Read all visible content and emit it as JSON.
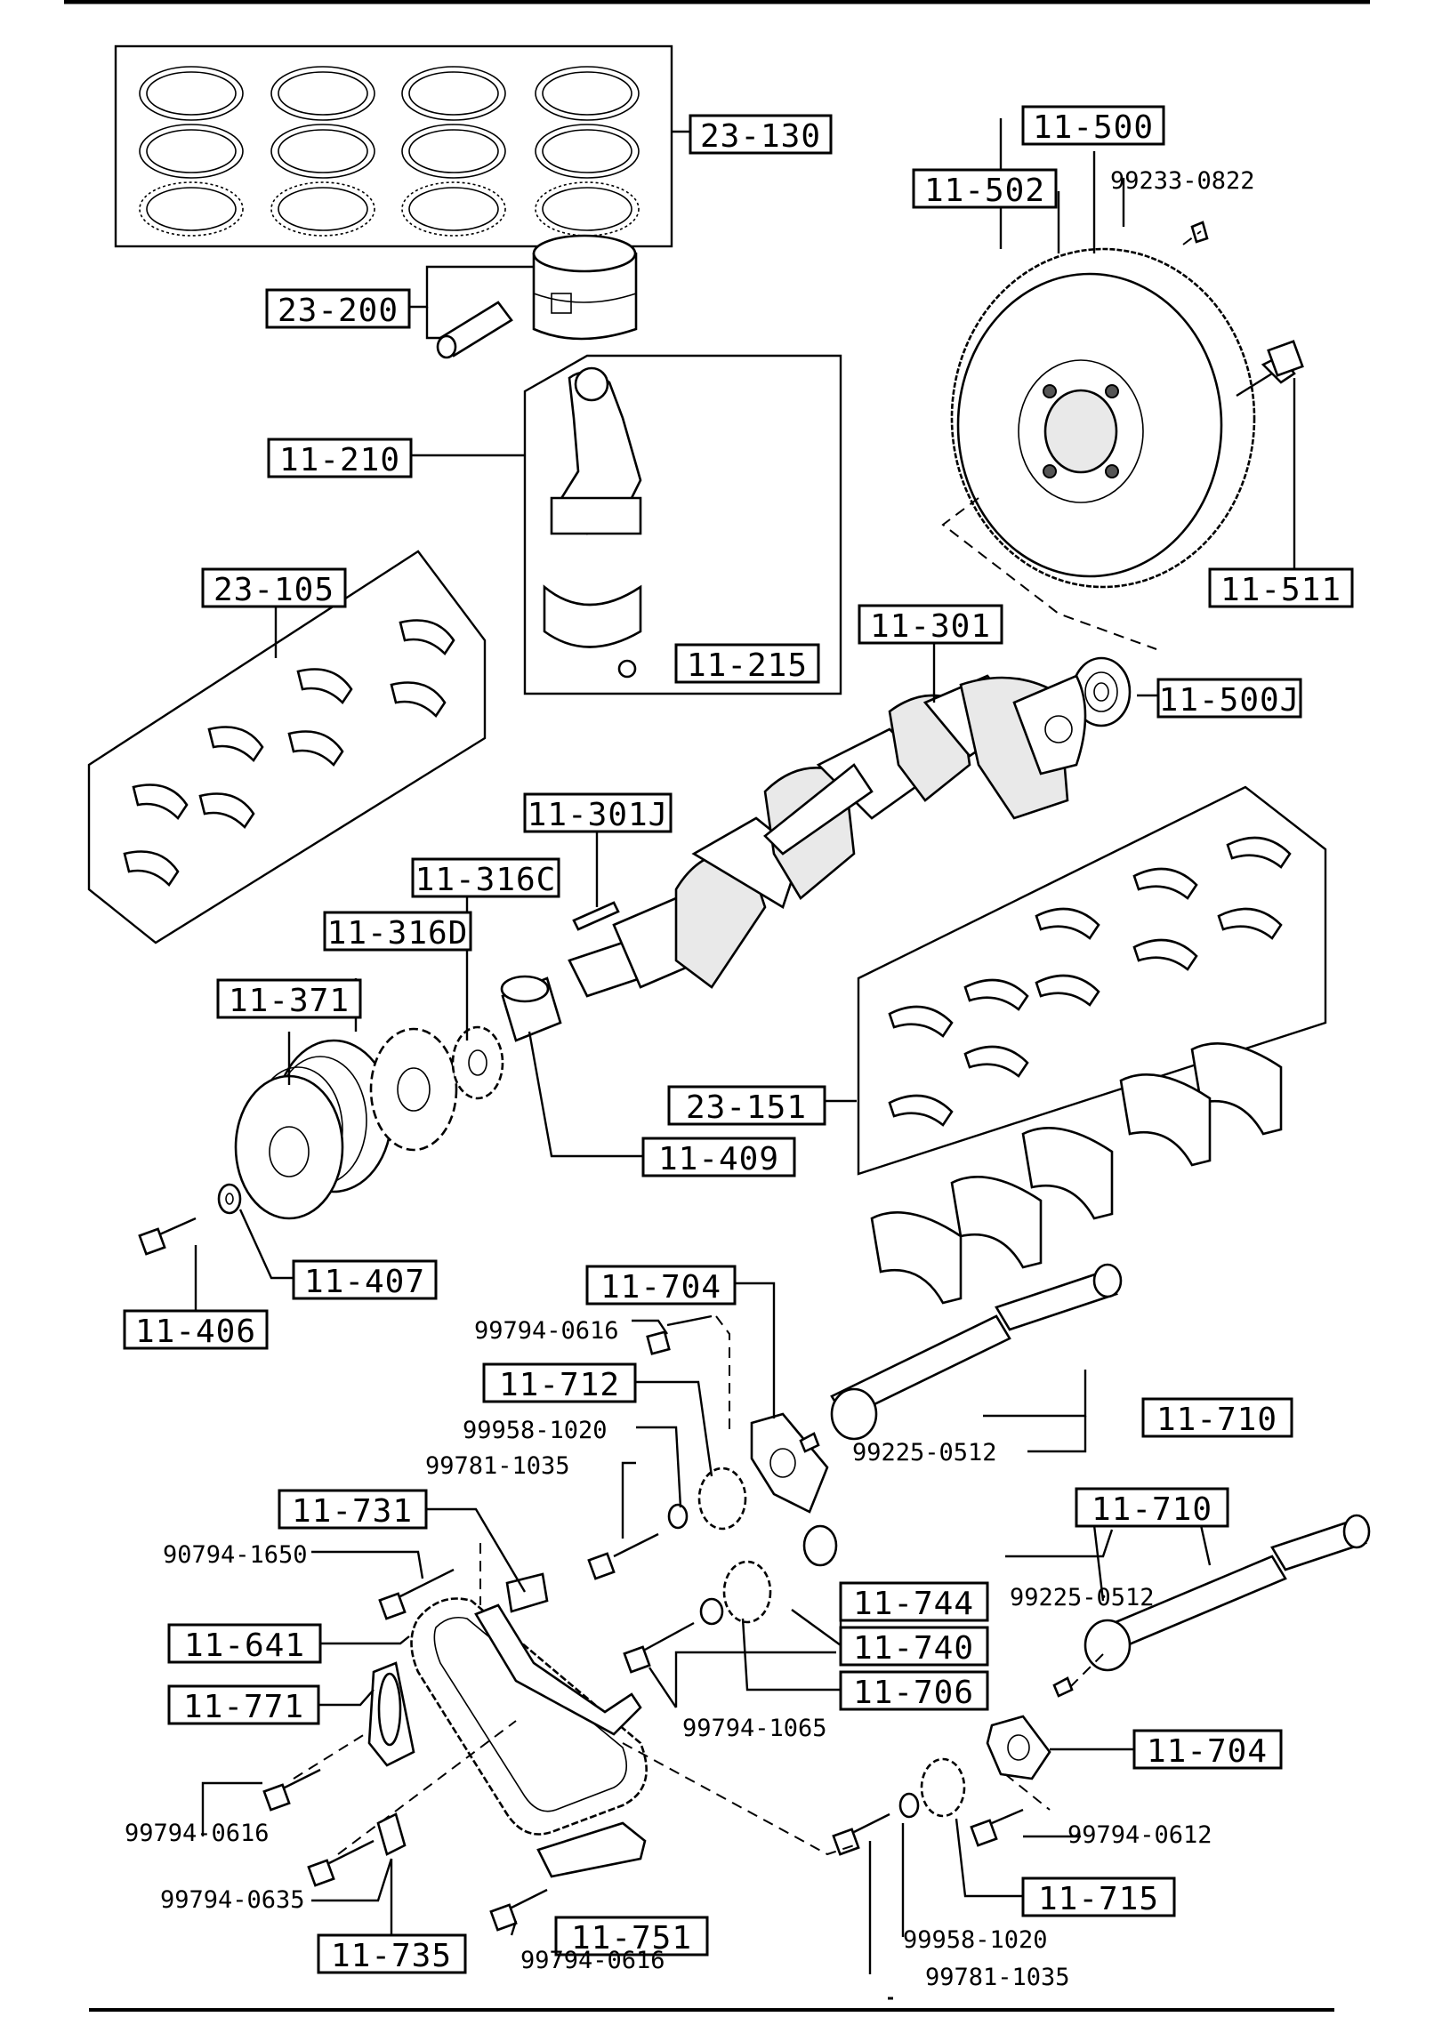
{
  "boxed_labels": {
    "l23_130": "23-130",
    "l23_200": "23-200",
    "l11_210": "11-210",
    "l11_215": "11-215",
    "l23_105": "23-105",
    "l11_500": "11-500",
    "l11_502": "11-502",
    "l11_511": "11-511",
    "l11_301": "11-301",
    "l11_500J": "11-500J",
    "l11_301J": "11-301J",
    "l11_316C": "11-316C",
    "l11_316D": "11-316D",
    "l11_371": "11-371",
    "l23_151": "23-151",
    "l11_409": "11-409",
    "l11_407": "11-407",
    "l11_406": "11-406",
    "l11_704a": "11-704",
    "l11_712": "11-712",
    "l11_710a": "11-710",
    "l11_731": "11-731",
    "l11_641": "11-641",
    "l11_771": "11-771",
    "l11_744": "11-744",
    "l11_740": "11-740",
    "l11_706": "11-706",
    "l11_710b": "11-710",
    "l11_704b": "11-704",
    "l11_715": "11-715",
    "l11_751": "11-751",
    "l11_735": "11-735"
  },
  "plain_labels": {
    "p99233_0822": "99233-0822",
    "p99794_0616a": "99794-0616",
    "p99958_1020a": "99958-1020",
    "p99781_1035a": "99781-1035",
    "p99225_0512a": "99225-0512",
    "p90794_1650": "90794-1650",
    "p99225_0512b": "99225-0512",
    "p99794_1065": "99794-1065",
    "p99794_0616b": "99794-0616",
    "p99794_0612": "99794-0612",
    "p99794_0635": "99794-0635",
    "p99794_0616c": "99794-0616",
    "p99958_1020b": "99958-1020",
    "p99781_1035b": "99781-1035"
  }
}
